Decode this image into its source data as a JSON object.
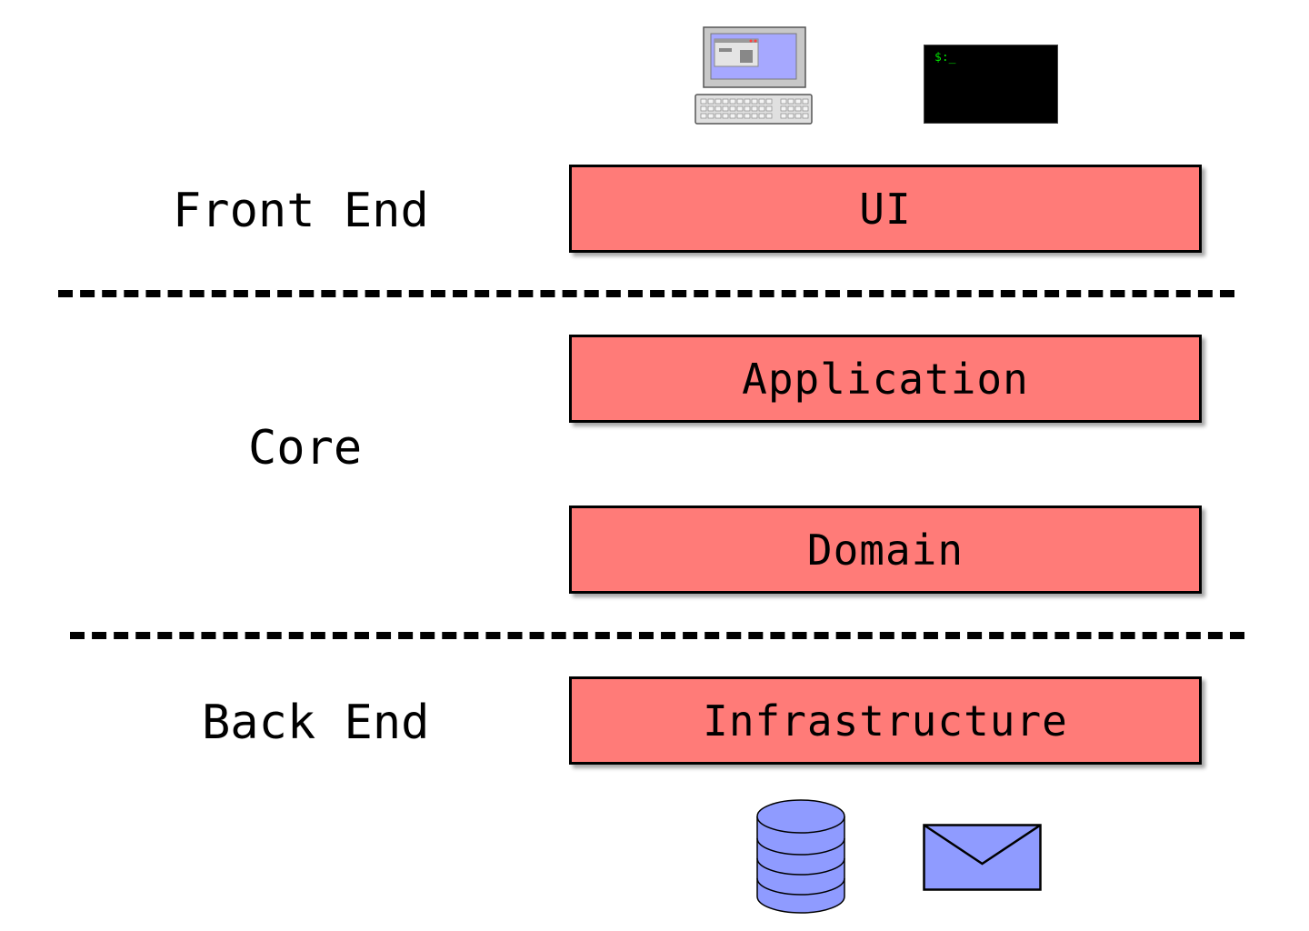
{
  "sections": {
    "front_end": "Front End",
    "core": "Core",
    "back_end": "Back End"
  },
  "layers": {
    "ui": "UI",
    "application": "Application",
    "domain": "Domain",
    "infrastructure": "Infrastructure"
  },
  "terminal": {
    "prompt": "$:_"
  },
  "colors": {
    "layer_fill": "#ff7b78",
    "icon_fill": "#8f9bff",
    "terminal_bg": "#000000",
    "terminal_text": "#00e000"
  },
  "icons": {
    "desktop": "desktop-computer-icon",
    "terminal": "terminal-icon",
    "database": "database-icon",
    "mail": "envelope-icon"
  }
}
